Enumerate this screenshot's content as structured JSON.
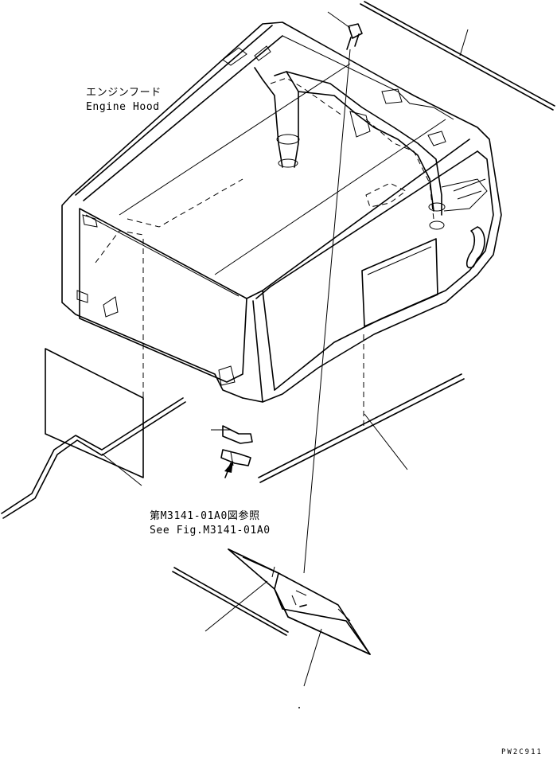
{
  "labels": {
    "engine_hood_jp": "エンジンフード",
    "engine_hood_en": "Engine Hood",
    "see_fig_jp": "第M3141-01A0図参照",
    "see_fig_en": "See Fig.M3141-01A0",
    "drawing_code": "PW2C911"
  }
}
